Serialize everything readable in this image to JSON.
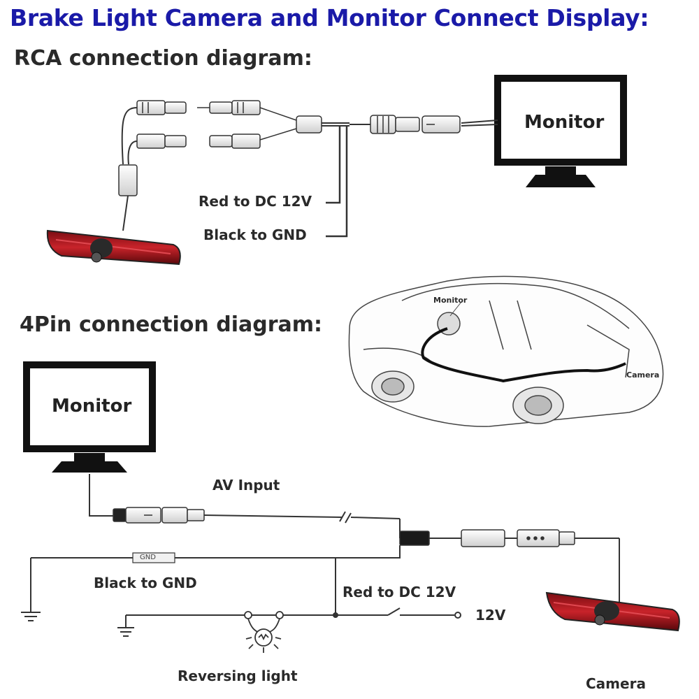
{
  "title": "Brake Light Camera and Monitor Connect Display:",
  "rca": {
    "heading": "RCA  connection diagram:",
    "monitor_label": "Monitor",
    "red_label": "Red to DC 12V",
    "black_label": "Black to GND"
  },
  "car": {
    "monitor_label": "Monitor",
    "camera_label": "Camera"
  },
  "pin4": {
    "heading": "4Pin connection diagram:",
    "monitor_label": "Monitor",
    "av_input_label": "AV Input",
    "gnd_tag": "GND",
    "black_label": "Black to GND",
    "red_label": "Red to DC 12V",
    "v12_label": "12V",
    "reversing_label": "Reversing light",
    "camera_label": "Camera"
  },
  "colors": {
    "title": "#1a1aa8",
    "brake_light_red": "#b3151b",
    "wire": "#333333"
  }
}
